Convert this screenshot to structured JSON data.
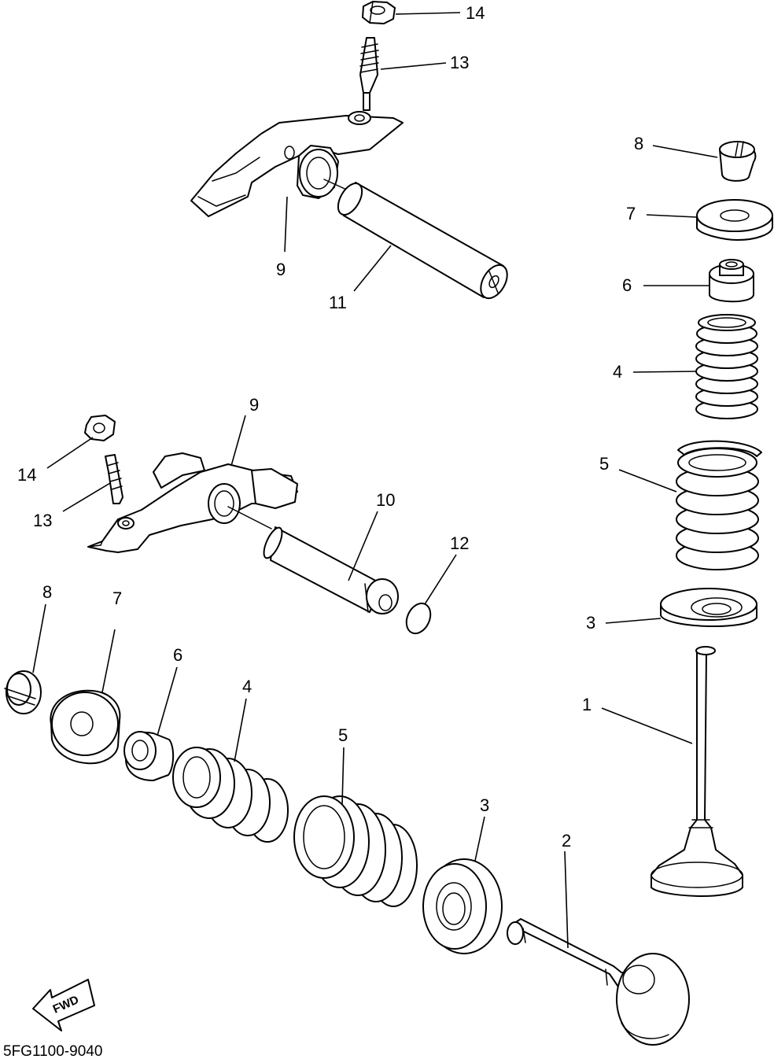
{
  "diagram": {
    "drawing_code": "5FG1100-9040",
    "direction_label": "FWD",
    "callouts": [
      {
        "id": "c14a",
        "label": "14"
      },
      {
        "id": "c13a",
        "label": "13"
      },
      {
        "id": "c9a",
        "label": "9"
      },
      {
        "id": "c11",
        "label": "11"
      },
      {
        "id": "c9b",
        "label": "9"
      },
      {
        "id": "c14b",
        "label": "14"
      },
      {
        "id": "c13b",
        "label": "13"
      },
      {
        "id": "c10",
        "label": "10"
      },
      {
        "id": "c12",
        "label": "12"
      },
      {
        "id": "c8a",
        "label": "8"
      },
      {
        "id": "c7a",
        "label": "7"
      },
      {
        "id": "c6a",
        "label": "6"
      },
      {
        "id": "c4a",
        "label": "4"
      },
      {
        "id": "c5a",
        "label": "5"
      },
      {
        "id": "c3a",
        "label": "3"
      },
      {
        "id": "c2",
        "label": "2"
      },
      {
        "id": "c8b",
        "label": "8"
      },
      {
        "id": "c7b",
        "label": "7"
      },
      {
        "id": "c6b",
        "label": "6"
      },
      {
        "id": "c4b",
        "label": "4"
      },
      {
        "id": "c5b",
        "label": "5"
      },
      {
        "id": "c3b",
        "label": "3"
      },
      {
        "id": "c1",
        "label": "1"
      }
    ]
  }
}
